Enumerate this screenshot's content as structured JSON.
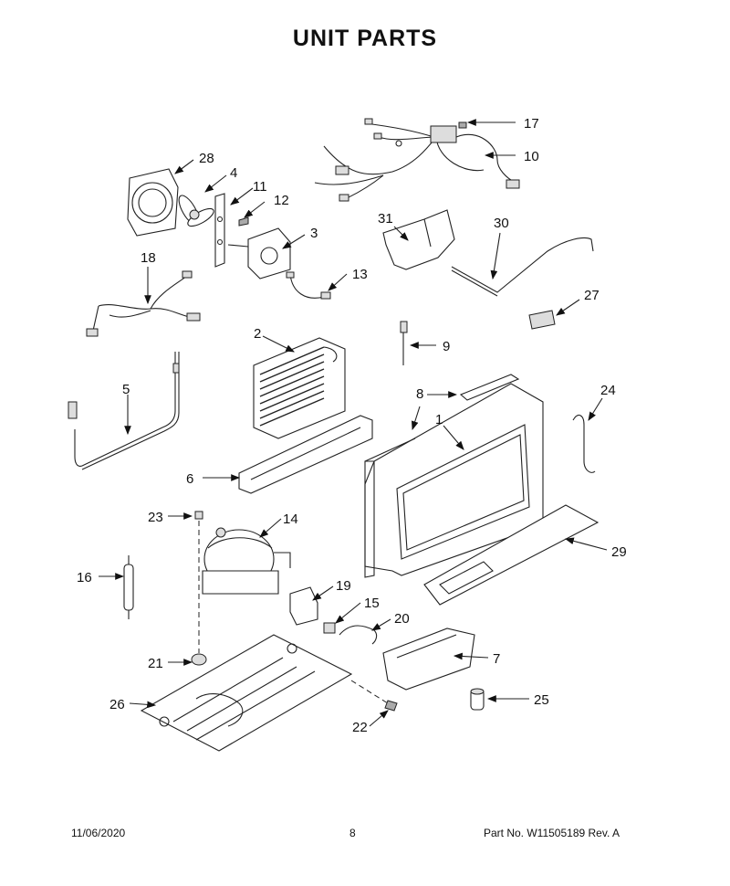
{
  "title": "UNIT PARTS",
  "callouts": [
    "1",
    "2",
    "3",
    "4",
    "5",
    "6",
    "7",
    "8",
    "9",
    "10",
    "11",
    "12",
    "13",
    "14",
    "15",
    "16",
    "17",
    "18",
    "19",
    "20",
    "21",
    "22",
    "23",
    "24",
    "25",
    "26",
    "27",
    "28",
    "29",
    "30",
    "31"
  ],
  "footer": {
    "date": "11/06/2020",
    "page": "8",
    "part": "Part No.  W11505189  Rev.  A"
  }
}
